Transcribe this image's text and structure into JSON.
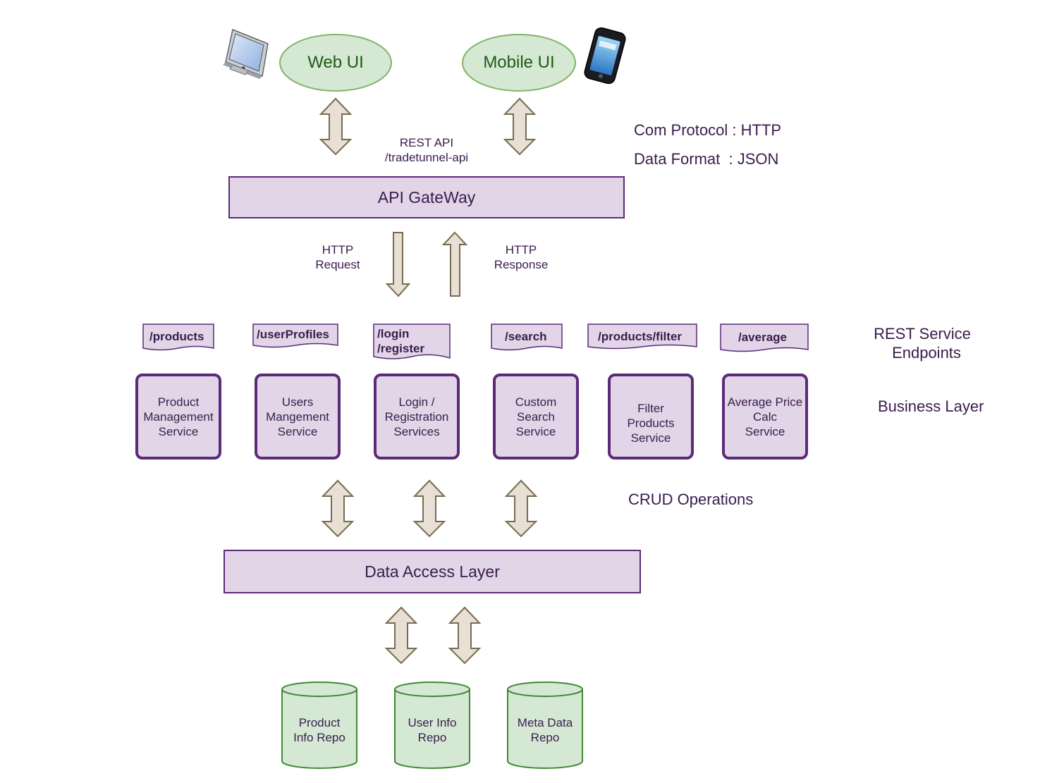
{
  "clients": {
    "web_ui": "Web UI",
    "mobile_ui": "Mobile UI"
  },
  "rest_api": {
    "line1": "REST API",
    "line2": "/tradetunnel-api"
  },
  "protocol_notes": {
    "com_protocol": "Com Protocol : HTTP",
    "data_format": "Data Format  : JSON"
  },
  "api_gateway": {
    "label": "API GateWay"
  },
  "http_request": {
    "line1": "HTTP",
    "line2": "Request"
  },
  "http_response": {
    "line1": "HTTP",
    "line2": "Response"
  },
  "endpoints": [
    {
      "lines": [
        "/products"
      ]
    },
    {
      "lines": [
        "/userProfiles"
      ]
    },
    {
      "lines": [
        "/login",
        "/register"
      ]
    },
    {
      "lines": [
        "/search"
      ]
    },
    {
      "lines": [
        "/products/filter"
      ]
    },
    {
      "lines": [
        "/average"
      ]
    }
  ],
  "services": [
    {
      "lines": [
        "Product",
        "Management",
        "Service"
      ]
    },
    {
      "lines": [
        "Users",
        "Mangement",
        "Service"
      ]
    },
    {
      "lines": [
        "Login /",
        "Registration",
        "Services"
      ]
    },
    {
      "lines": [
        "Custom",
        "Search",
        "Service"
      ]
    },
    {
      "lines": [
        "Filter",
        "Products",
        "Service"
      ]
    },
    {
      "lines": [
        "Average Price",
        "Calc",
        "Service"
      ]
    }
  ],
  "side_labels": {
    "rest_endpoints_line1": "REST Service",
    "rest_endpoints_line2": "Endpoints",
    "business_layer": "Business Layer",
    "crud_operations": "CRUD Operations"
  },
  "data_access_layer": {
    "label": "Data Access Layer"
  },
  "repos": [
    {
      "lines": [
        "Product",
        "Info Repo"
      ]
    },
    {
      "lines": [
        "User Info",
        "Repo"
      ]
    },
    {
      "lines": [
        "Meta Data",
        "Repo"
      ]
    }
  ],
  "colors": {
    "ellipse_fill": "#d5e8d4",
    "ellipse_stroke": "#82b366",
    "bar_fill": "#e1d5e7",
    "bar_stroke": "#5b2a78",
    "arrow_fill": "#e8e0d4",
    "arrow_stroke": "#7a6a50",
    "cylinder_fill": "#d5e8d4",
    "cylinder_stroke": "#3d8a2f"
  },
  "icons": {
    "desktop": "desktop-monitor-icon",
    "phone": "smartphone-icon"
  }
}
